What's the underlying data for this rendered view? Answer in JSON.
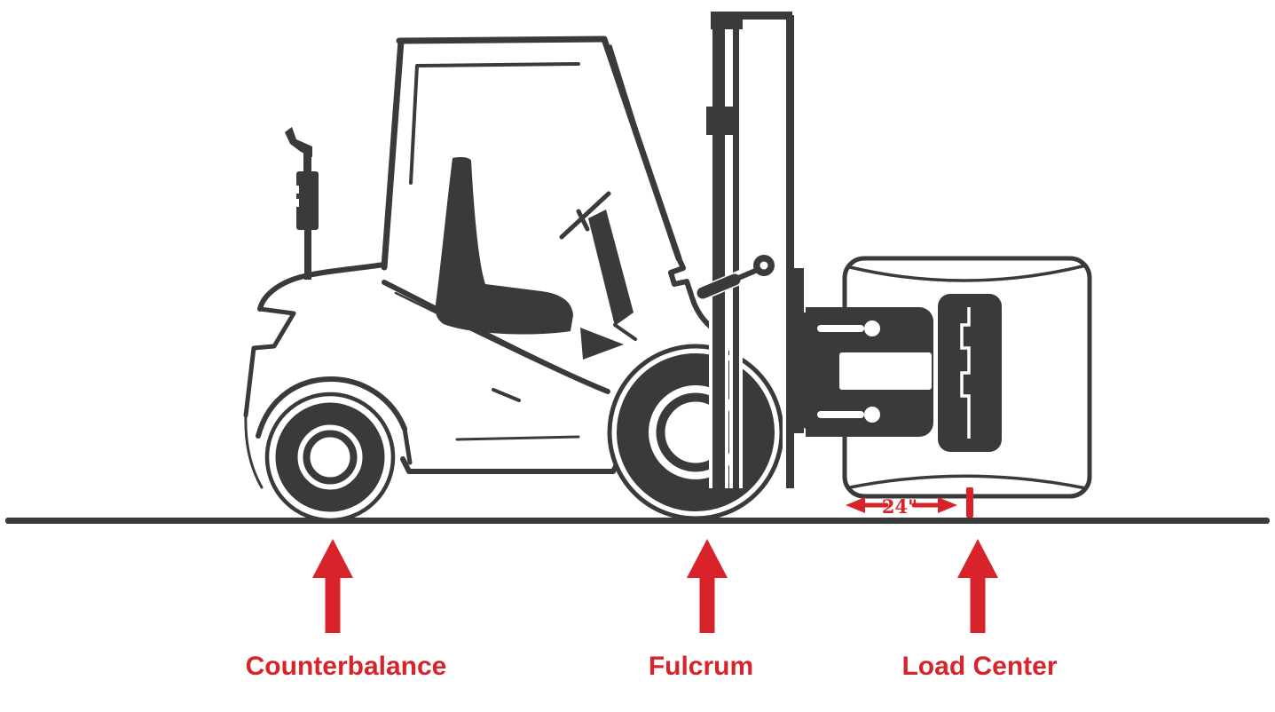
{
  "title": "Forklift stability diagram",
  "colors": {
    "ink": "#3a3a3a",
    "red": "#d8232a",
    "background": "#ffffff"
  },
  "annotations": {
    "counterbalance": "Counterbalance",
    "fulcrum": "Fulcrum",
    "load_center": "Load Center",
    "load_center_distance": "24\""
  },
  "illustration": {
    "parts": [
      "forklift",
      "mast",
      "roll-clamp",
      "paper-roll",
      "ground-line",
      "counterbalance-arrow",
      "fulcrum-arrow",
      "load-center-arrow",
      "dimension-arrows",
      "load-center-tick"
    ]
  }
}
